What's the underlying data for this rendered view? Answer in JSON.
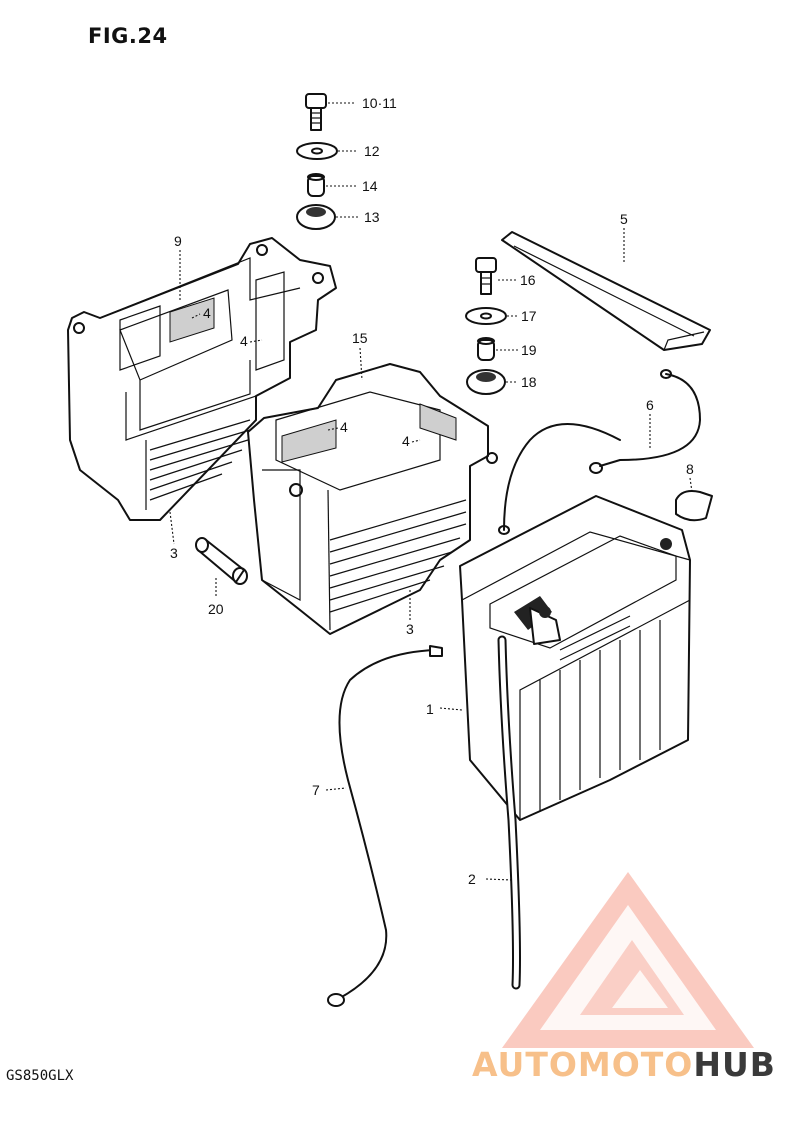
{
  "figure": {
    "title": "FIG.24",
    "model": "GS850GLX"
  },
  "callouts": [
    {
      "id": "c1011",
      "text": "10·11"
    },
    {
      "id": "c12",
      "text": "12"
    },
    {
      "id": "c14",
      "text": "14"
    },
    {
      "id": "c13",
      "text": "13"
    },
    {
      "id": "c9",
      "text": "9"
    },
    {
      "id": "c5",
      "text": "5"
    },
    {
      "id": "c16",
      "text": "16"
    },
    {
      "id": "c17",
      "text": "17"
    },
    {
      "id": "c19",
      "text": "19"
    },
    {
      "id": "c18",
      "text": "18"
    },
    {
      "id": "c15",
      "text": "15"
    },
    {
      "id": "c4a",
      "text": "4"
    },
    {
      "id": "c4b",
      "text": "4"
    },
    {
      "id": "c4c",
      "text": "4"
    },
    {
      "id": "c4d",
      "text": "4"
    },
    {
      "id": "c6",
      "text": "6"
    },
    {
      "id": "c8",
      "text": "8"
    },
    {
      "id": "c3a",
      "text": "3"
    },
    {
      "id": "c3b",
      "text": "3"
    },
    {
      "id": "c20",
      "text": "20"
    },
    {
      "id": "c1",
      "text": "1"
    },
    {
      "id": "c7",
      "text": "7"
    },
    {
      "id": "c2",
      "text": "2"
    }
  ],
  "watermark": {
    "part1": "AUTOMOTO",
    "part2": "HUB",
    "color_primary": "#f4937f",
    "color_secondary": "#f7c08a",
    "color_dark": "#3a3a3a"
  }
}
